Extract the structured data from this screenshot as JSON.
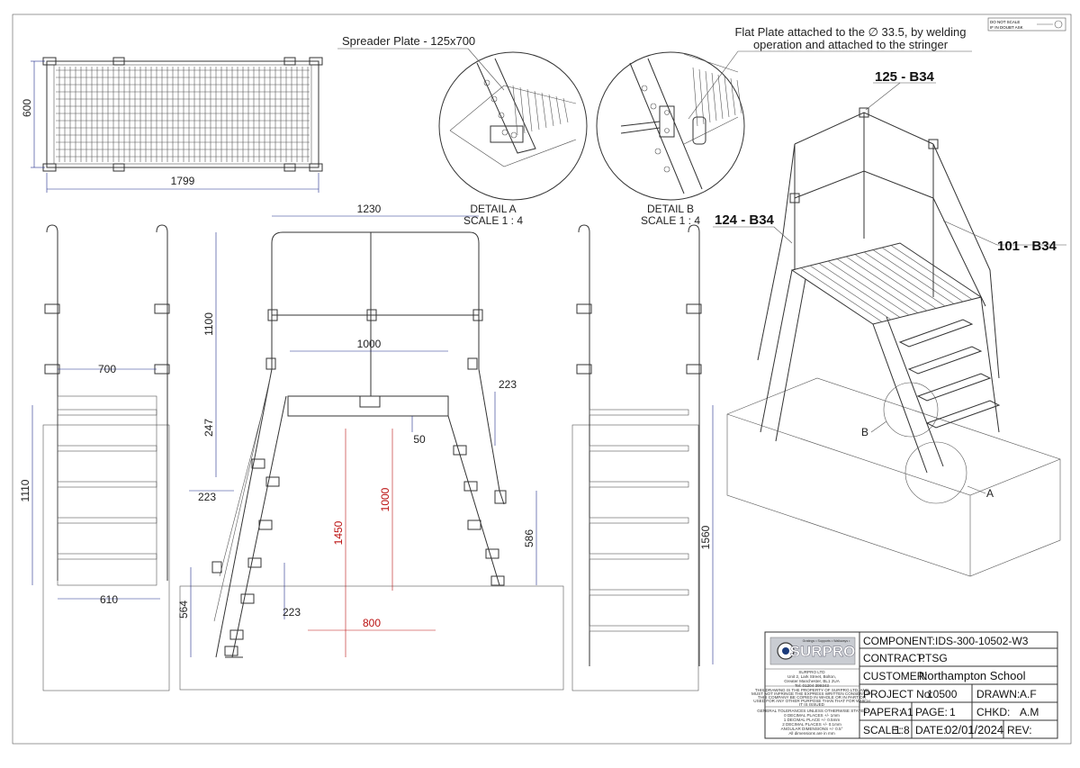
{
  "corner_stamp": {
    "line1": "DO NOT SCALE",
    "line2": "IF IN DOUBT ASK"
  },
  "plan_view": {
    "width_dim": "600",
    "length_dim": "1799"
  },
  "detail_a": {
    "callout": "Spreader Plate - 125x700",
    "title": "DETAIL A",
    "scale": "SCALE 1 : 4"
  },
  "detail_b": {
    "callout_line1": "Flat Plate attached to the ∅ 33.5, by welding",
    "callout_line2": "operation and attached to the stringer",
    "title": "DETAIL B",
    "scale": "SCALE 1 : 4"
  },
  "front_view": {
    "top_width": "700",
    "bottom_width": "610",
    "height": "1110"
  },
  "side_view": {
    "top_width": "1230",
    "platform_width": "1000",
    "rail_height": "1100",
    "dim_247": "247",
    "dim_223_right": "223",
    "dim_223_left": "223",
    "dim_50": "50",
    "dim_1450": "1450",
    "dim_1000_vertical": "1000",
    "dim_586": "586",
    "dim_564": "564",
    "dim_223_bottom": "223",
    "dim_800": "800"
  },
  "rear_view": {
    "height": "1560"
  },
  "iso_view": {
    "label_125": "125 - B34",
    "label_124": "124 - B34",
    "label_101": "101 - B34",
    "label_b": "B",
    "label_a": "A"
  },
  "title_block": {
    "logo_text": "SURPRO",
    "logo_tagline": "Gratings • Supports • Walkways •",
    "company_lines": [
      "SURPRO LTD",
      "Unit 2, Lark Street, Bolton,",
      "Greater Manchester, BL1 2UA",
      "Tel: 01204 399343"
    ],
    "legal_lines": [
      "THIS DRAWING IS THE PROPERTY OF SURPRO LTD, AND",
      "MUST NOT INFRINGE THE EXPRESS WRITTEN CONSENT OF",
      "THIS COMPANY BE COPIED IN WHOLE OR IN PART OR",
      "USED FOR ANY OTHER PURPOSE THAN THAT FOR WHICH",
      "IT IS ISSUED"
    ],
    "tolerance_lines": [
      "GENERAL TOLERANCES UNLESS OTHERWISE STATED",
      "0 DECIMAL PLACES +/- 1mm",
      "1 DECIMAL PLACE +/- 0.5mm",
      "2 DECIMAL PLACES +/- 0.1mm",
      "ANGULAR DIMENSIONS +/- 0.5°",
      "All dimensions are in mm"
    ],
    "component": "COMPONENT:IDS-300-10502-W3",
    "contract_label": "CONTRACT:",
    "contract": "PTSG",
    "customer_label": "CUSTOMER:",
    "customer": "Northampton School",
    "project_label": "PROJECT No:",
    "project": "10500",
    "drawn_label": "DRAWN:",
    "drawn": "A.F",
    "paper_label": "PAPER:",
    "paper": "A1",
    "page_label": "PAGE:",
    "page": "1",
    "chkd_label": "CHKD:",
    "chkd": "A.M",
    "scale_label": "SCALE:",
    "scale": "1:8",
    "date_label": "DATE:",
    "date": "02/01/2024",
    "rev_label": "REV:",
    "rev": ""
  }
}
